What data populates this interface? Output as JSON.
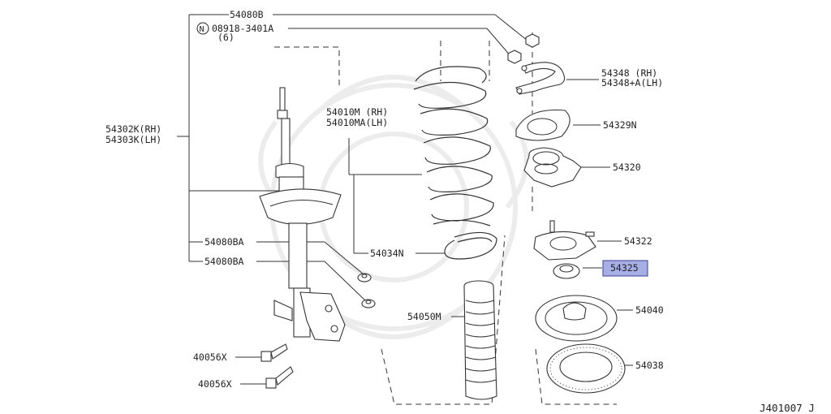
{
  "diagram_id": "J401007 J",
  "callouts": {
    "c54080B_top": "54080B",
    "nut_symbol": "N",
    "c08918": "08918-3401A",
    "c08918_qty": "(6)",
    "c54348_rh": "54348  (RH)",
    "c54348_lh": "54348+A(LH)",
    "c54329N": "54329N",
    "c54320": "54320",
    "c54322": "54322",
    "c54325": "54325",
    "c54040": "54040",
    "c54038": "54038",
    "c54302K": "54302K(RH)",
    "c54303K": "54303K(LH)",
    "c54010M": "54010M (RH)",
    "c54010MA": "54010MA(LH)",
    "c54034N": "54034N",
    "c54080BA_1": "54080BA",
    "c54080BA_2": "54080BA",
    "c54050M": "54050M",
    "c40056X_1": "40056X",
    "c40056X_2": "40056X"
  },
  "highlight_color": "#a8aee6"
}
